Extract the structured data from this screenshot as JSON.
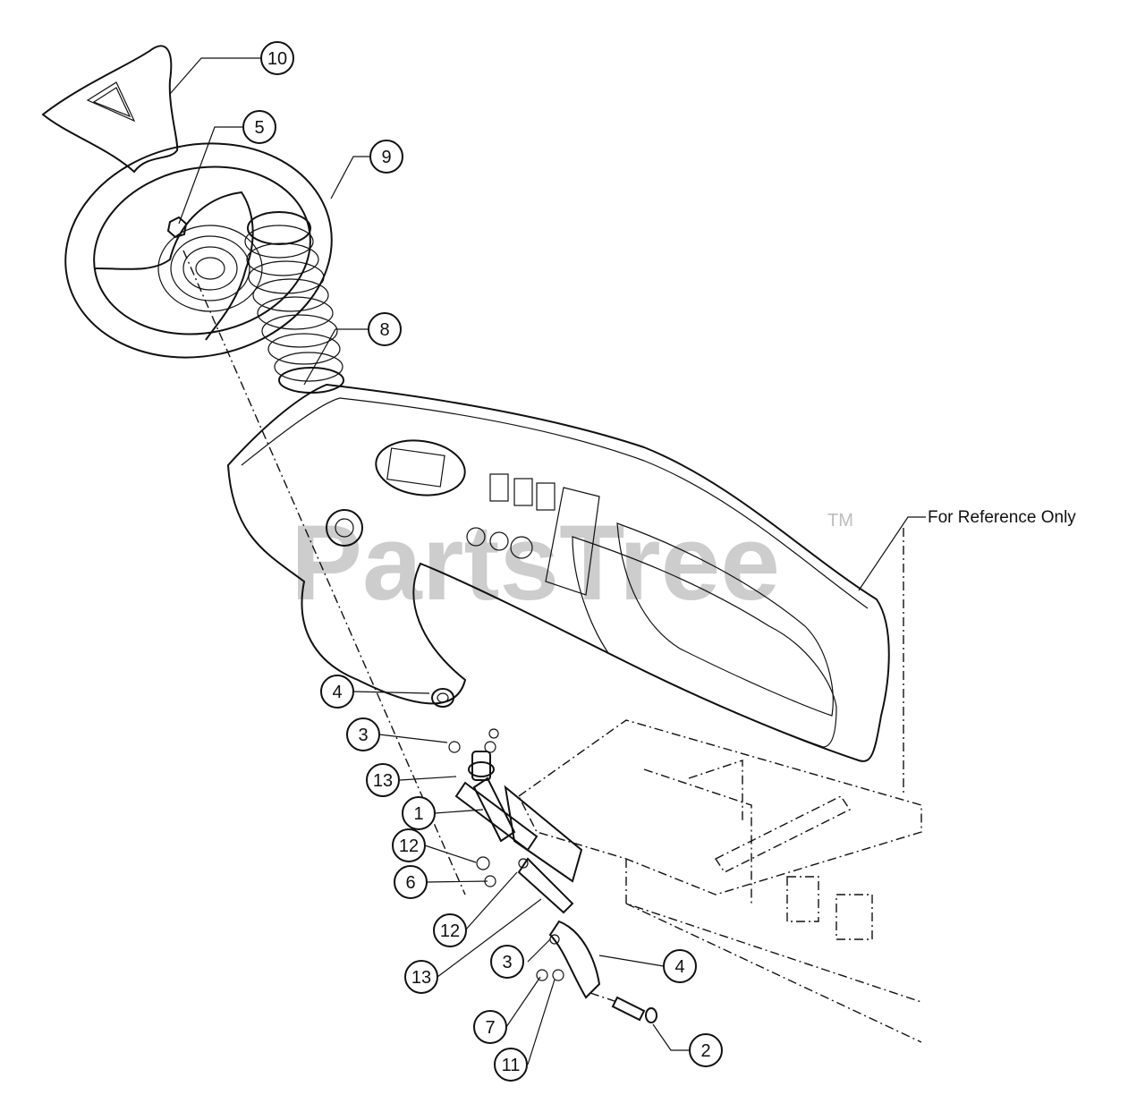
{
  "diagram": {
    "reference_label": "For Reference Only",
    "watermark": {
      "text": "PartsTree",
      "trademark": "TM"
    },
    "callouts": [
      {
        "id": "c10",
        "label": "10"
      },
      {
        "id": "c5",
        "label": "5"
      },
      {
        "id": "c9",
        "label": "9"
      },
      {
        "id": "c8",
        "label": "8"
      },
      {
        "id": "c4a",
        "label": "4"
      },
      {
        "id": "c3a",
        "label": "3"
      },
      {
        "id": "c13a",
        "label": "13"
      },
      {
        "id": "c1",
        "label": "1"
      },
      {
        "id": "c12a",
        "label": "12"
      },
      {
        "id": "c6",
        "label": "6"
      },
      {
        "id": "c12b",
        "label": "12"
      },
      {
        "id": "c13b",
        "label": "13"
      },
      {
        "id": "c3b",
        "label": "3"
      },
      {
        "id": "c4b",
        "label": "4"
      },
      {
        "id": "c7",
        "label": "7"
      },
      {
        "id": "c11",
        "label": "11"
      },
      {
        "id": "c2",
        "label": "2"
      }
    ]
  }
}
